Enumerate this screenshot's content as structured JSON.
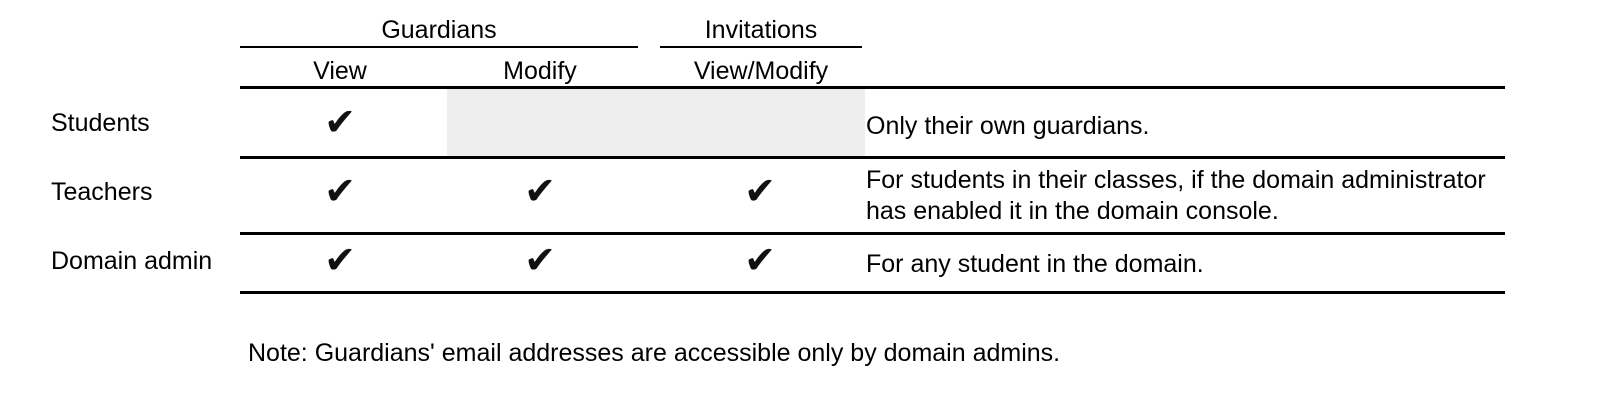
{
  "table": {
    "group_headers": [
      {
        "label": "Guardians",
        "spans": [
          "View",
          "Modify"
        ]
      },
      {
        "label": "Invitations",
        "spans": [
          "View/Modify"
        ]
      }
    ],
    "column_headers": {
      "guardians_view": "View",
      "guardians_modify": "Modify",
      "invitations_viewmodify": "View/Modify"
    },
    "check_glyph": "✔",
    "shaded_color": "#eeeeee",
    "rule_color": "#000000",
    "rows": [
      {
        "label": "Students",
        "guardians_view": "✔",
        "guardians_modify": "",
        "guardians_modify_shaded": true,
        "invitations_viewmodify": "",
        "note": "Only their own guardians."
      },
      {
        "label": "Teachers",
        "guardians_view": "✔",
        "guardians_modify": "✔",
        "guardians_modify_shaded": false,
        "invitations_viewmodify": "✔",
        "note": "For students in their classes, if the domain administrator has enabled it in the domain console."
      },
      {
        "label": "Domain admin",
        "guardians_view": "✔",
        "guardians_modify": "✔",
        "guardians_modify_shaded": false,
        "invitations_viewmodify": "✔",
        "note": "For any student in the domain."
      }
    ]
  },
  "footnote": "Note: Guardians' email addresses are accessible only by domain admins."
}
